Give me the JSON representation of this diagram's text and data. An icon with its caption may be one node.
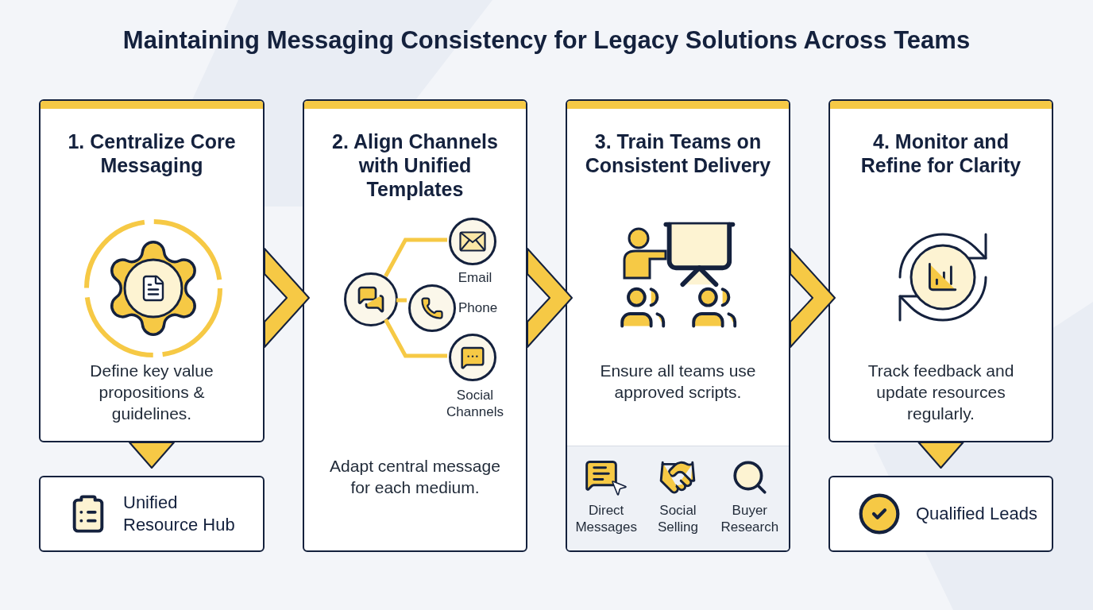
{
  "diagram": {
    "title": "Maintaining Messaging Consistency for Legacy Solutions Across Teams",
    "nodes": [
      {
        "text": [
          "1. Centralize Core Messaging",
          "Define key value propositions & guidelines."
        ]
      },
      {
        "text": [
          "2. Align Channels with Unified Templates",
          "Adapt central message for each medium."
        ]
      },
      {
        "text": [],
        "shape": "circle",
        "in": 1
      },
      {
        "text": [],
        "shape": "circle",
        "in": 1,
        "beside": [
          "Email"
        ]
      },
      {
        "text": [],
        "shape": "circle",
        "in": 1,
        "beside": [
          "Phone"
        ]
      },
      {
        "text": [],
        "shape": "circle",
        "in": 1,
        "beside": [
          "Social Channels"
        ]
      },
      {
        "text": [
          "3. Train Teams on Consistent Delivery",
          "Ensure all teams use approved scripts."
        ]
      },
      {
        "text": [
          "4. Monitor and Refine for Clarity",
          "Track feedback and update resources regularly."
        ]
      },
      {
        "text": [
          "Unified Resource Hub"
        ]
      },
      {
        "text": [
          "Qualified Leads"
        ]
      }
    ],
    "edges": [
      {
        "from": 0,
        "to": 1,
        "arrow": "to"
      },
      {
        "from": 1,
        "to": 6,
        "arrow": "to"
      },
      {
        "from": 6,
        "to": 7,
        "arrow": "to"
      },
      {
        "from": 2,
        "to": 3,
        "arrow": "none"
      },
      {
        "from": 2,
        "to": 4,
        "arrow": "none"
      },
      {
        "from": 2,
        "to": 5,
        "arrow": "none"
      },
      {
        "from": 0,
        "to": 8,
        "arrow": "to"
      },
      {
        "from": 7,
        "to": 9,
        "arrow": "to"
      }
    ],
    "labels": [
      "Direct Messages",
      "Social Selling",
      "Buyer Research"
    ]
  }
}
